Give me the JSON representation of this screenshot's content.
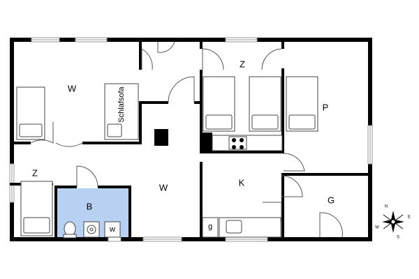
{
  "plan": {
    "rooms": {
      "living_west": "W",
      "bedroom_top": "Z",
      "room_p": "P",
      "bedroom_left": "Z",
      "bath": "B",
      "living_center": "W",
      "kitchen": "K",
      "garage": "G"
    },
    "furniture": {
      "sofa_bed": "Schlafsofa",
      "gas_label": "g",
      "washer_label": "w"
    },
    "compass": {
      "n": "N",
      "s": "S",
      "e": "E",
      "w": "W"
    },
    "colors": {
      "wall": "#000000",
      "bath_fill": "#b8d0f2",
      "line": "#555555",
      "window": "#9a9a9a"
    }
  }
}
